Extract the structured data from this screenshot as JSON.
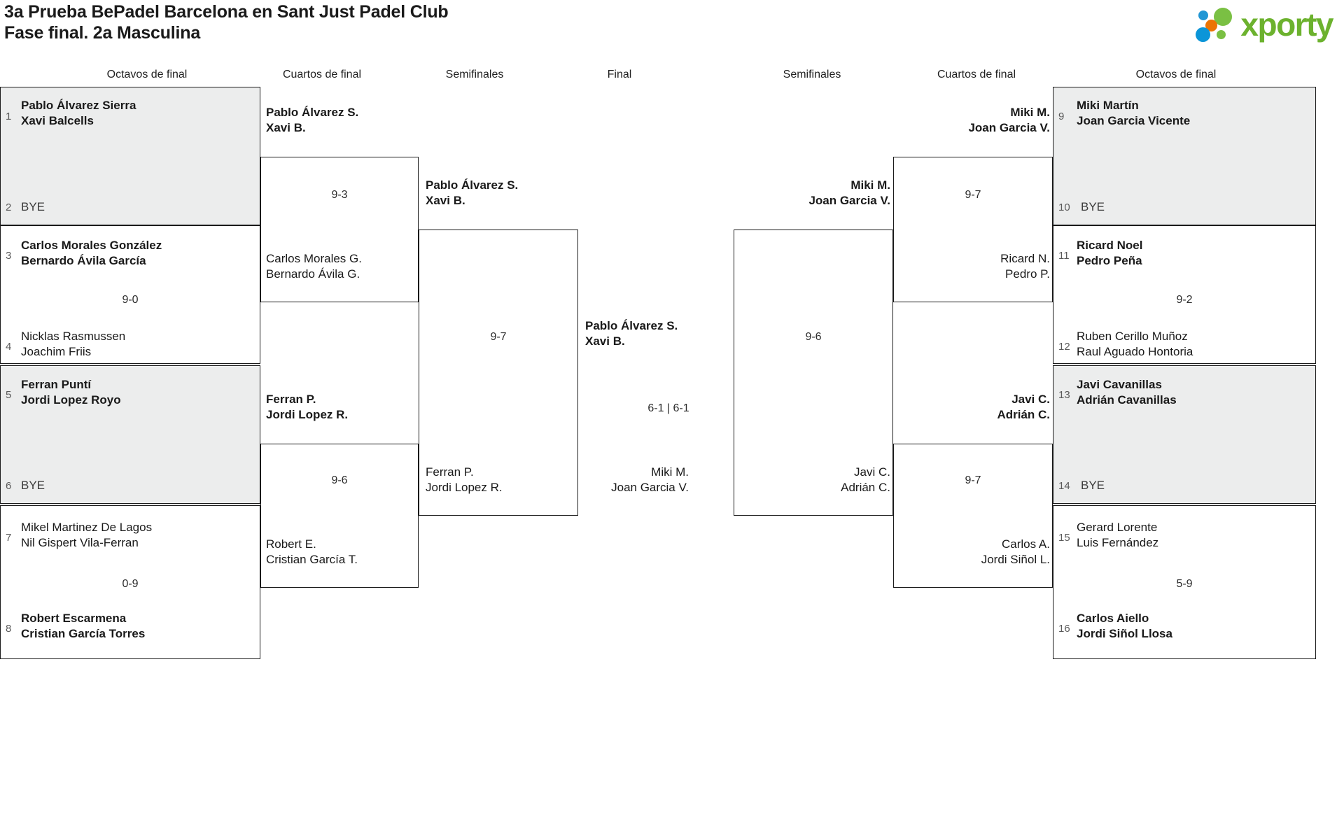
{
  "header": {
    "title_line1": "3a Prueba BePadel Barcelona en Sant Just Padel Club",
    "title_line2": "Fase final. 2a Masculina",
    "logo_text": "xporty"
  },
  "round_labels": {
    "left_r16": "Octavos de final",
    "left_qf": "Cuartos de final",
    "left_sf": "Semifinales",
    "final": "Final",
    "right_sf": "Semifinales",
    "right_qf": "Cuartos de final",
    "right_r16": "Octavos de final"
  },
  "left_r16": [
    {
      "seed": "1",
      "p1": "Pablo Álvarez Sierra",
      "p2": "Xavi Balcells",
      "winner": true,
      "bye": false
    },
    {
      "seed": "2",
      "p1": "BYE",
      "p2": "",
      "winner": false,
      "bye": true
    },
    {
      "seed": "3",
      "p1": "Carlos Morales González",
      "p2": "Bernardo Ávila García",
      "winner": true,
      "bye": false
    },
    {
      "seed": "4",
      "p1": "Nicklas Rasmussen",
      "p2": "Joachim Friis",
      "winner": false,
      "bye": false
    },
    {
      "seed": "5",
      "p1": "Ferran Puntí",
      "p2": "Jordi Lopez Royo",
      "winner": true,
      "bye": false
    },
    {
      "seed": "6",
      "p1": "BYE",
      "p2": "",
      "winner": false,
      "bye": true
    },
    {
      "seed": "7",
      "p1": "Mikel Martinez De Lagos",
      "p2": "Nil Gispert Vila-Ferran",
      "winner": false,
      "bye": false
    },
    {
      "seed": "8",
      "p1": "Robert Escarmena",
      "p2": "Cristian García Torres",
      "winner": true,
      "bye": false
    }
  ],
  "right_r16": [
    {
      "seed": "9",
      "p1": "Miki Martín",
      "p2": "Joan Garcia Vicente",
      "winner": true,
      "bye": false
    },
    {
      "seed": "10",
      "p1": "BYE",
      "p2": "",
      "winner": false,
      "bye": true
    },
    {
      "seed": "11",
      "p1": "Ricard Noel",
      "p2": "Pedro Peña",
      "winner": true,
      "bye": false
    },
    {
      "seed": "12",
      "p1": "Ruben Cerillo Muñoz",
      "p2": "Raul Aguado Hontoria",
      "winner": false,
      "bye": false
    },
    {
      "seed": "13",
      "p1": "Javi Cavanillas",
      "p2": "Adrián Cavanillas",
      "winner": true,
      "bye": false
    },
    {
      "seed": "14",
      "p1": "BYE",
      "p2": "",
      "winner": false,
      "bye": true
    },
    {
      "seed": "15",
      "p1": "Gerard Lorente",
      "p2": "Luis Fernández",
      "winner": false,
      "bye": false
    },
    {
      "seed": "16",
      "p1": "Carlos Aiello",
      "p2": "Jordi Siñol Llosa",
      "winner": true,
      "bye": false
    }
  ],
  "left_r16_scores": {
    "match_3_4": "9-0",
    "match_7_8": "0-9"
  },
  "right_r16_scores": {
    "match_11_12": "9-2",
    "match_15_16": "5-9"
  },
  "left_qf": [
    {
      "p1": "Pablo Álvarez S.",
      "p2": "Xavi B.",
      "winner": true
    },
    {
      "p1": "Carlos Morales G.",
      "p2": "Bernardo Ávila G.",
      "winner": false
    },
    {
      "p1": "Ferran P.",
      "p2": "Jordi Lopez R.",
      "winner": true
    },
    {
      "p1": "Robert E.",
      "p2": "Cristian García T.",
      "winner": false
    }
  ],
  "left_qf_scores": {
    "match_top": "9-3",
    "match_bottom": "9-6"
  },
  "right_qf": [
    {
      "p1": "Miki M.",
      "p2": "Joan Garcia V.",
      "winner": true
    },
    {
      "p1": "Ricard N.",
      "p2": "Pedro P.",
      "winner": false
    },
    {
      "p1": "Javi C.",
      "p2": "Adrián C.",
      "winner": true
    },
    {
      "p1": "Carlos A.",
      "p2": "Jordi Siñol L.",
      "winner": false
    }
  ],
  "right_qf_scores": {
    "match_top": "9-7",
    "match_bottom": "9-7"
  },
  "left_sf": [
    {
      "p1": "Pablo Álvarez S.",
      "p2": "Xavi B.",
      "winner": true
    },
    {
      "p1": "Ferran P.",
      "p2": "Jordi Lopez R.",
      "winner": false
    }
  ],
  "left_sf_score": "9-7",
  "right_sf": [
    {
      "p1": "Miki M.",
      "p2": "Joan Garcia V.",
      "winner": true
    },
    {
      "p1": "Javi C.",
      "p2": "Adrián C.",
      "winner": false
    }
  ],
  "right_sf_score": "9-6",
  "final": {
    "top": {
      "p1": "Pablo Álvarez S.",
      "p2": "Xavi B.",
      "winner": true
    },
    "bottom": {
      "p1": "Miki M.",
      "p2": "Joan Garcia V.",
      "winner": false
    },
    "score": "6-1 | 6-1"
  },
  "colors": {
    "shade": "#eceded",
    "line": "#1a1a1a",
    "logo_green": "#6cb22e",
    "logo_blue": "#0b95d8",
    "logo_orange": "#ec7404"
  }
}
